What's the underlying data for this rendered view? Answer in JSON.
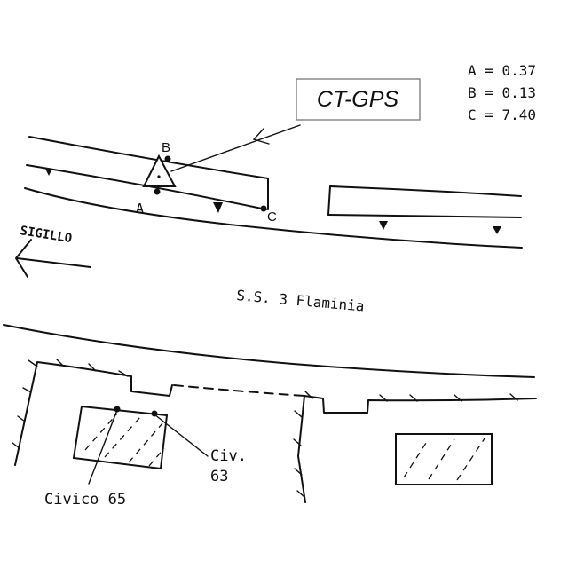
{
  "station": {
    "label": "CT-GPS"
  },
  "measurements": [
    {
      "point": "A",
      "value": "0.37",
      "line": "A = 0.37"
    },
    {
      "point": "B",
      "value": "0.13",
      "line": "B = 0.13"
    },
    {
      "point": "C",
      "value": "7.40",
      "line": "C = 7.40"
    }
  ],
  "points": {
    "a": "A",
    "b": "B",
    "c": "C"
  },
  "direction": {
    "label": "SIGILLO",
    "icon": "arrow-left-icon"
  },
  "road": {
    "name": "S.S. 3 Flaminia"
  },
  "buildings": {
    "civic_65": "Civico 65",
    "civic_63_line1": "Civ.",
    "civic_63_line2": "63"
  },
  "colors": {
    "ink": "#111111",
    "paper": "#ffffff"
  }
}
